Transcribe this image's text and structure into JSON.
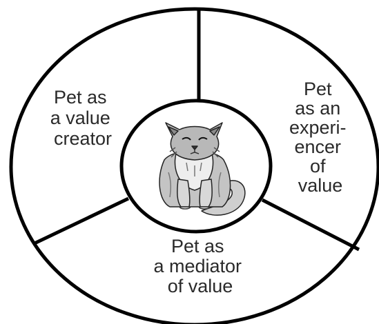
{
  "diagram": {
    "center_icon": "cat-icon",
    "segments": {
      "left": {
        "lines": [
          "Pet as",
          "a value",
          "creator"
        ]
      },
      "right": {
        "lines": [
          "Pet",
          "as an",
          "experi-",
          "encer",
          "of",
          "value"
        ]
      },
      "bottom": {
        "lines": [
          "Pet as",
          "a mediator",
          "of value"
        ]
      }
    },
    "colors": {
      "stroke": "#000000",
      "text": "#2a2a2a",
      "cat_fur": "#c8c8c8",
      "cat_shadow": "#7a7a7a"
    }
  }
}
